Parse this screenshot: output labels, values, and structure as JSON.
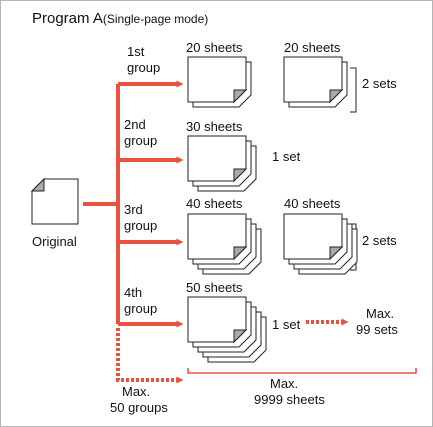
{
  "title": "Program A",
  "subtitle": "(Single-page mode)",
  "original_label": "Original",
  "colors": {
    "arrow": "#e8523f",
    "line": "#222222",
    "fold": "#a9a9a9",
    "border": "#b4b4b4"
  },
  "groups": [
    {
      "label_line1": "1st",
      "label_line2": "group",
      "stacks": [
        {
          "sheets": "20 sheets",
          "stack_depth": 1
        },
        {
          "sheets": "20 sheets",
          "stack_depth": 1
        }
      ],
      "sets": "2 sets"
    },
    {
      "label_line1": "2nd",
      "label_line2": "group",
      "stacks": [
        {
          "sheets": "30 sheets",
          "stack_depth": 2
        }
      ],
      "sets": "1 set"
    },
    {
      "label_line1": "3rd",
      "label_line2": "group",
      "stacks": [
        {
          "sheets": "40 sheets",
          "stack_depth": 3
        },
        {
          "sheets": "40 sheets",
          "stack_depth": 3
        }
      ],
      "sets": "2 sets"
    },
    {
      "label_line1": "4th",
      "label_line2": "group",
      "stacks": [
        {
          "sheets": "50 sheets",
          "stack_depth": 4
        }
      ],
      "sets": "1 set"
    }
  ],
  "max_sets": {
    "line1": "Max.",
    "line2": "99 sets"
  },
  "max_groups": {
    "line1": "Max.",
    "line2": "50 groups"
  },
  "max_sheets": {
    "line1": "Max.",
    "line2": "9999 sheets"
  }
}
